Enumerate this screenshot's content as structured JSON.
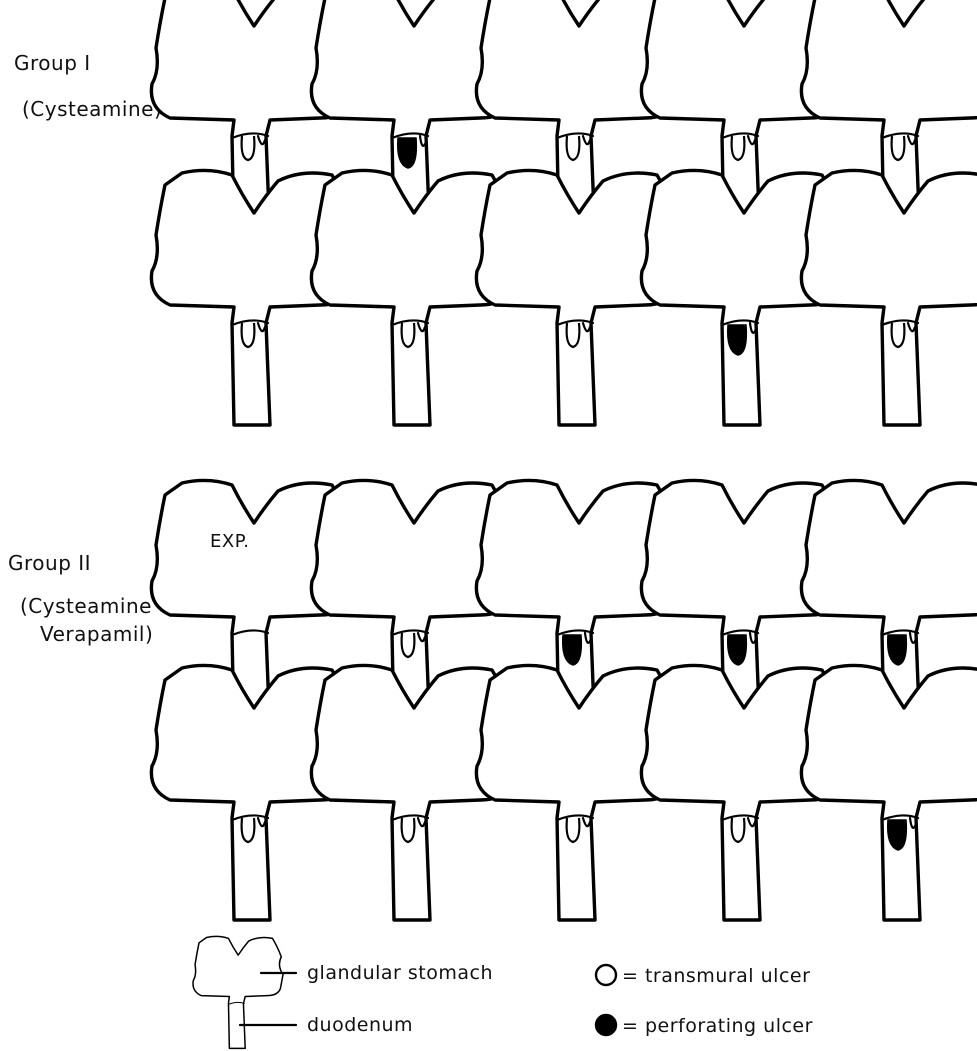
{
  "groups": [
    {
      "name": "Group I",
      "treatment": "(Cysteamine)",
      "rows": [
        [
          {
            "lesions": [
              "transmural"
            ]
          },
          {
            "lesions": [
              "perforating"
            ]
          },
          {
            "lesions": [
              "transmural"
            ]
          },
          {
            "lesions": [
              "transmural"
            ]
          },
          {
            "lesions": [
              "transmural"
            ]
          }
        ],
        [
          {
            "lesions": [
              "transmural"
            ]
          },
          {
            "lesions": [
              "transmural"
            ]
          },
          {
            "lesions": [
              "transmural"
            ]
          },
          {
            "lesions": [
              "perforating"
            ]
          },
          {
            "lesions": [
              "transmural"
            ]
          }
        ]
      ]
    },
    {
      "name": "Group II",
      "treatment_line1": "(Cysteamine +",
      "treatment_line2": "Verapamil)",
      "rows": [
        [
          {
            "lesions": [],
            "tag": "EXP."
          },
          {
            "lesions": [
              "transmural"
            ]
          },
          {
            "lesions": [
              "perforating"
            ]
          },
          {
            "lesions": [
              "perforating"
            ]
          },
          {
            "lesions": [
              "perforating"
            ]
          }
        ],
        [
          {
            "lesions": [
              "transmural"
            ]
          },
          {
            "lesions": [
              "transmural"
            ]
          },
          {
            "lesions": [
              "transmural"
            ]
          },
          {
            "lesions": [
              "transmural"
            ]
          },
          {
            "lesions": [
              "perforating"
            ]
          }
        ]
      ]
    }
  ],
  "legend": {
    "glandular_stomach": "glandular stomach",
    "duodenum": "duodenum",
    "transmural": "= transmural ulcer",
    "perforating": "= perforating ulcer"
  }
}
